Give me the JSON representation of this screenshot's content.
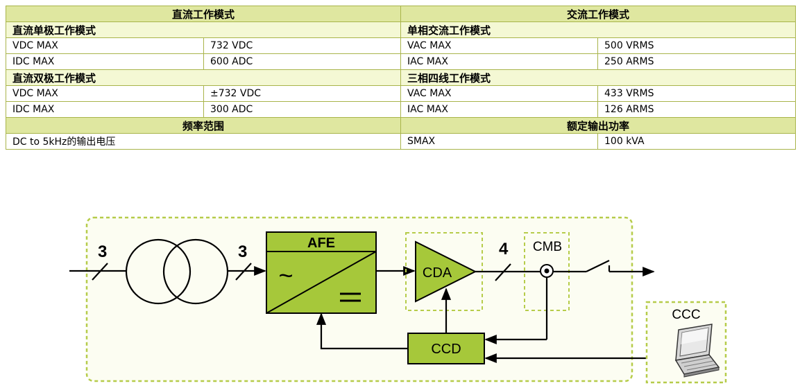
{
  "colors": {
    "accent_green": "#a6c83a",
    "header_fill": "#dfe7a0",
    "subheader_fill": "#f4f8d4",
    "border": "#a8b44a",
    "dashed_border": "#b6cc4a"
  },
  "table": {
    "dc_header": "直流工作模式",
    "ac_header": "交流工作模式",
    "dc_unipolar_title": "直流单极工作模式",
    "ac_single_title": "单相交流工作模式",
    "rows_1": [
      {
        "dc_label": "VDC MAX",
        "dc_value": "732 VDC",
        "ac_label": "VAC MAX",
        "ac_value": "500 VRMS"
      },
      {
        "dc_label": "IDC MAX",
        "dc_value": "600 ADC",
        "ac_label": "IAC MAX",
        "ac_value": "250 ARMS"
      }
    ],
    "dc_bipolar_title": "直流双极工作模式",
    "ac_three_title": "三相四线工作模式",
    "rows_2": [
      {
        "dc_label": "VDC MAX",
        "dc_value": "±732 VDC",
        "ac_label": "VAC MAX",
        "ac_value": "433 VRMS"
      },
      {
        "dc_label": "IDC MAX",
        "dc_value": "300 ADC",
        "ac_label": "IAC MAX",
        "ac_value": "126 ARMS"
      }
    ],
    "freq_header": "频率范围",
    "power_header": "额定输出功率",
    "freq_value": "DC to 5kHz的输出电压",
    "power_label": "SMAX",
    "power_value": "100 kVA"
  },
  "diagram": {
    "input_phases": "3",
    "transformer_out_phases": "3",
    "afe_label": "AFE",
    "afe_ac_symbol": "~",
    "afe_dc_symbol": "=",
    "cda_label": "CDA",
    "output_phases": "4",
    "cmb_label": "CMB",
    "ccd_label": "CCD",
    "ccc_label": "CCC"
  }
}
